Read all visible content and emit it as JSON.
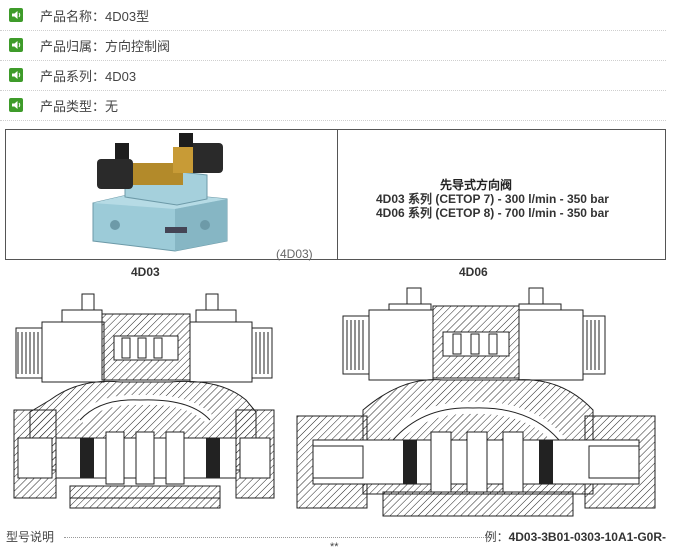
{
  "info": [
    {
      "label": "产品名称：4D03型"
    },
    {
      "label": "产品归属：方向控制阀"
    },
    {
      "label": "产品系列：4D03"
    },
    {
      "label": "产品类型：无"
    }
  ],
  "product": {
    "photo_caption": "(4D03)",
    "title": "先导式方向阀",
    "specs": [
      "4D03 系列  (CETOP 7)  -  300 l/min  -  350 bar",
      "4D06 系列  (CETOP 8)  -  700 l/min  -  350 bar"
    ]
  },
  "diagrams": {
    "left_label": "4D03",
    "right_label": "4D06"
  },
  "footer": {
    "label": "型号说明",
    "example_prefix": "例：",
    "example_code": "4D03-3B01-0303-10A1-G0R-",
    "example_tail": "**"
  },
  "colors": {
    "icon_green": "#3e9b2a",
    "valve_blue": "#9ccbd8",
    "coil_black": "#1d1d1d",
    "border": "#555555"
  },
  "icons": {
    "row_icon": "speaker-icon"
  }
}
